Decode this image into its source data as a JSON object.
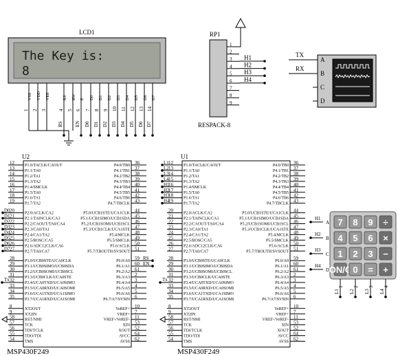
{
  "lcd": {
    "ref": "LCD1",
    "line1": "The Key is:",
    "line2": "8",
    "pins": [
      "VSS",
      "VDD",
      "VEE",
      "RS",
      "RW",
      "E",
      "D0",
      "D1",
      "D2",
      "D3",
      "D4",
      "D5",
      "D6",
      "D7"
    ],
    "pin_numbers": [
      "1",
      "2",
      "3",
      "4",
      "5",
      "6",
      "7",
      "8",
      "9",
      "10",
      "11",
      "12",
      "13",
      "14"
    ],
    "net_labels": [
      "RS",
      "EN",
      "D0",
      "D1",
      "D2",
      "D3",
      "D4",
      "D5",
      "D6",
      "D7"
    ]
  },
  "rpack": {
    "ref": "RP1",
    "name": "RESPACK-8",
    "pins": [
      "1",
      "2",
      "3",
      "4",
      "5",
      "6",
      "7",
      "8",
      "9"
    ],
    "nets": [
      "H1",
      "H2",
      "H3",
      "H4"
    ]
  },
  "scope": {
    "channels": [
      "A",
      "B",
      "C",
      "D"
    ],
    "tx": "TX",
    "rx": "RX"
  },
  "u2": {
    "ref": "U2",
    "part": "MSP430F249",
    "left_pins": [
      {
        "num": "12",
        "name": "P1.0/TACLK/CAOUT"
      },
      {
        "num": "13",
        "name": "P1.1/TA0"
      },
      {
        "num": "14",
        "name": "P1.2/TA1"
      },
      {
        "num": "15",
        "name": "P1.3/TA2"
      },
      {
        "num": "16",
        "name": "P1.4/SMCLK"
      },
      {
        "num": "17",
        "name": "P1.5/TA0"
      },
      {
        "num": "18",
        "name": "P1.6/TA1"
      },
      {
        "num": "19",
        "name": "P1.7/TA2"
      },
      {
        "num": "20",
        "name": "P2.0/ACLK/CA2"
      },
      {
        "num": "21",
        "name": "P2.1/TAINCLK/CA3"
      },
      {
        "num": "22",
        "name": "P2.2/CAOUT/TA0/CA4"
      },
      {
        "num": "23",
        "name": "P2.3/CA0/TA1"
      },
      {
        "num": "24",
        "name": "P2.4/CA1/TA2"
      },
      {
        "num": "25",
        "name": "P2.5/ROSC/CA5"
      },
      {
        "num": "26",
        "name": "P2.6/ADC12CLK/CA6"
      },
      {
        "num": "27",
        "name": "P2.7/TA0/CA7"
      },
      {
        "num": "28",
        "name": "P3.0/UCB0STE/UCA0CLK"
      },
      {
        "num": "29",
        "name": "P3.1/UCB0SIMO/UCB0SDA"
      },
      {
        "num": "30",
        "name": "P3.2/UCB0SOMI/UCB0SCL"
      },
      {
        "num": "31",
        "name": "P3.3/UCB0CLK/UCA0STE"
      },
      {
        "num": "32",
        "name": "P3.4/UCA0TXD/UCA0SIMO"
      },
      {
        "num": "33",
        "name": "P3.5/UCA0RXD/UCA0SOMI"
      },
      {
        "num": "34",
        "name": "P3.6/UCA1TXD/UCA1SIMO"
      },
      {
        "num": "35",
        "name": "P3.7/UCA1RXD/UCA1SOMI"
      },
      {
        "num": "8",
        "name": "XT2OUT"
      },
      {
        "num": "9",
        "name": "XT2IN"
      },
      {
        "num": "58",
        "name": "RST/NMI"
      },
      {
        "num": "57",
        "name": "TCK"
      },
      {
        "num": "56",
        "name": "TDI/TCLK"
      },
      {
        "num": "55",
        "name": "TDO/TDI"
      },
      {
        "num": "54",
        "name": "TMS"
      }
    ],
    "right_pins": [
      {
        "num": "36",
        "name": "P4.0/TB0"
      },
      {
        "num": "37",
        "name": "P4.1/TB1"
      },
      {
        "num": "38",
        "name": "P4.2/TB2"
      },
      {
        "num": "39",
        "name": "P4.3/TB3"
      },
      {
        "num": "40",
        "name": "P4.4/TB4"
      },
      {
        "num": "41",
        "name": "P4.5/TB5"
      },
      {
        "num": "42",
        "name": "P4.6/TB6"
      },
      {
        "num": "43",
        "name": "P4.7/TBCLK"
      },
      {
        "num": "44",
        "name": "P5.0/UCB1STE/UCA1CLK"
      },
      {
        "num": "45",
        "name": "P5.1/UCB1SIMO/UCB1SDA"
      },
      {
        "num": "46",
        "name": "P5.2/UCB1SOMI/UCB1SCL"
      },
      {
        "num": "47",
        "name": "P5.3/UCB1CLK/UCA1STE"
      },
      {
        "num": "48",
        "name": "P5.4/MCLK"
      },
      {
        "num": "49",
        "name": "P5.5/SMCLK"
      },
      {
        "num": "50",
        "name": "P5.6/ACLK"
      },
      {
        "num": "51",
        "name": "P5.7/TBOUTH/SVSOUT"
      },
      {
        "num": "59",
        "name": "P6.0/A0"
      },
      {
        "num": "60",
        "name": "P6.1/A1"
      },
      {
        "num": "61",
        "name": "P6.2/A2"
      },
      {
        "num": "2",
        "name": "P6.3/A3"
      },
      {
        "num": "3",
        "name": "P6.4/A4"
      },
      {
        "num": "4",
        "name": "P6.5/A5"
      },
      {
        "num": "5",
        "name": "P6.6/A6"
      },
      {
        "num": "6",
        "name": "P6.7/A7/SVSIN"
      },
      {
        "num": "10",
        "name": "VeREF+"
      },
      {
        "num": "7",
        "name": "VREF+"
      },
      {
        "num": "11",
        "name": "VREF-/VeREF-"
      },
      {
        "num": "53",
        "name": "XIN"
      },
      {
        "num": "52",
        "name": "XOUT"
      },
      {
        "num": "64",
        "name": "AVCC"
      },
      {
        "num": "62",
        "name": "AVSS"
      }
    ],
    "left_nets": [
      "D0",
      "D1",
      "D2",
      "D3",
      "D4",
      "D5",
      "D6",
      "D7"
    ],
    "right_nets": [
      "RS",
      "EN"
    ],
    "tx_net": "Tx"
  },
  "u1": {
    "ref": "U1",
    "part": "MSP430F249",
    "left_nets": [
      "L1",
      "L2",
      "L3",
      "L4",
      "H1",
      "H2",
      "H3",
      "H4"
    ],
    "tx_net": "Tx"
  },
  "keypad": {
    "keys": [
      "7",
      "8",
      "9",
      "÷",
      "4",
      "5",
      "6",
      "×",
      "1",
      "2",
      "3",
      "−",
      "ON/C",
      "0",
      "=",
      "+"
    ],
    "rows": [
      "A",
      "B",
      "C",
      "D"
    ],
    "row_nets": [
      "H1",
      "H2",
      "H3",
      "H4"
    ],
    "cols": [
      "1",
      "2",
      "3",
      "4"
    ],
    "col_nets": [
      "L1",
      "L2",
      "L3",
      "L4"
    ]
  }
}
